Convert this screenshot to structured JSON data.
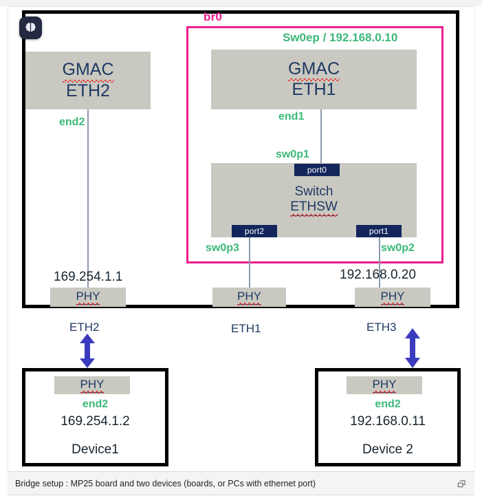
{
  "diagram": {
    "title": "Bridge setup : MP25 board and two devices (boards, or PCs with ethernet port)",
    "colors": {
      "bridge_pink": "#ea1e8c",
      "interface_green": "#3cb878",
      "block_gray": "#c9c9c1",
      "port_navy": "#13265c",
      "text_navy": "#1f3864",
      "arrow_blue": "#3b3bbf"
    },
    "board": {
      "bridge_label": "br0",
      "bridge_interface_label": "Sw0ep / 192.168.0.10",
      "blocks": [
        {
          "id": "gmac-eth2",
          "line1": "GMAC",
          "line2": "ETH2"
        },
        {
          "id": "gmac-eth1",
          "line1": "GMAC",
          "line2": "ETH1"
        },
        {
          "id": "switch",
          "line1": "Switch",
          "line2": "ETHSW"
        }
      ],
      "interfaces": {
        "end2": "end2",
        "end1": "end1",
        "sw0p1": "sw0p1",
        "sw0p2": "sw0p2",
        "sw0p3": "sw0p3"
      },
      "ports": [
        {
          "id": "port0",
          "label": "port0"
        },
        {
          "id": "port1",
          "label": "port1"
        },
        {
          "id": "port2",
          "label": "port2"
        }
      ],
      "addresses": {
        "eth2_ip": "169.254.1.1",
        "eth3_ip": "192.168.0.20"
      },
      "phy_label": "PHY",
      "external_ports": {
        "eth2": "ETH2",
        "eth1": "ETH1",
        "eth3": "ETH3"
      }
    },
    "devices": [
      {
        "id": "device1",
        "phy": "PHY",
        "interface": "end2",
        "ip": "169.254.1.2",
        "name": "Device1"
      },
      {
        "id": "device2",
        "phy": "PHY",
        "interface": "end2",
        "ip": "192.168.0.11",
        "name": "Device 2"
      }
    ],
    "badge": {
      "icon": "brain-icon"
    },
    "caption_restore_icon": "restore-window-icon"
  }
}
